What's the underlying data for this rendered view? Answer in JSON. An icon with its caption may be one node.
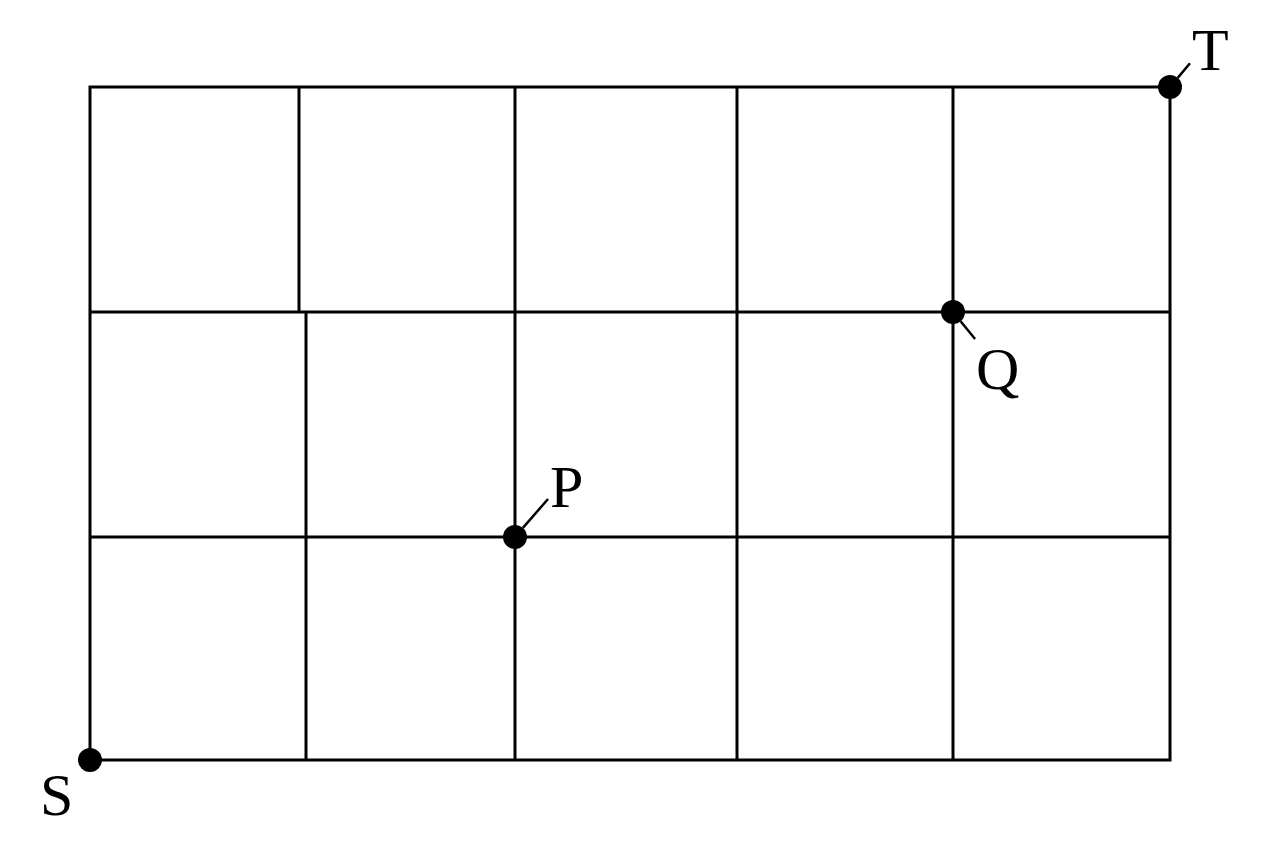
{
  "diagram": {
    "nodes": [
      {
        "text": [
          "T"
        ]
      },
      {
        "text": [],
        "shape": "circle"
      },
      {
        "text": [
          "Q"
        ]
      },
      {
        "text": [],
        "shape": "circle"
      },
      {
        "text": [
          "P"
        ]
      },
      {
        "text": [],
        "shape": "circle"
      },
      {
        "text": [],
        "shape": "circle",
        "beside": [
          "S"
        ]
      }
    ],
    "edges": [
      {
        "from": 0,
        "to": 1,
        "arrow": "none"
      },
      {
        "from": 2,
        "to": 3,
        "arrow": "none"
      },
      {
        "from": 4,
        "to": 5,
        "arrow": "none"
      }
    ]
  }
}
